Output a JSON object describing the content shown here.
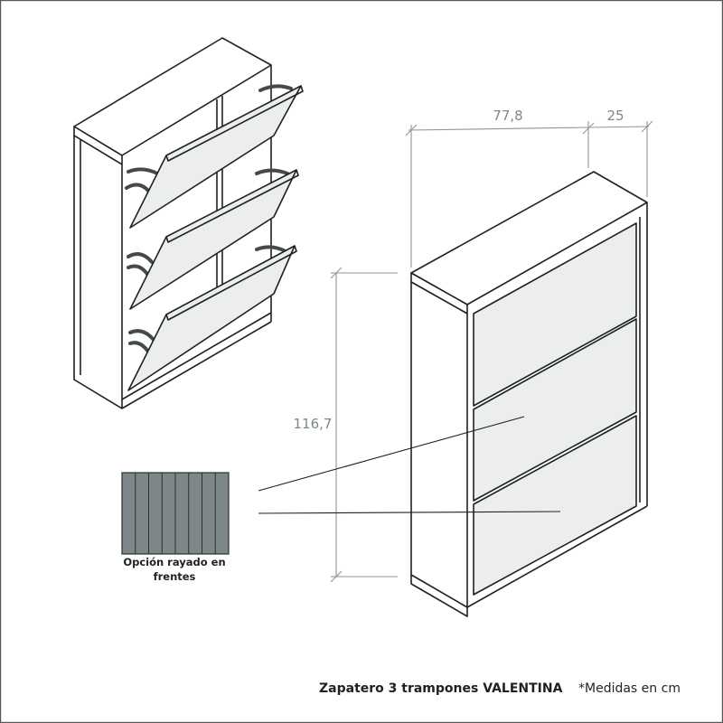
{
  "product": {
    "title": "Zapatero 3 trampones VALENTINA",
    "units_note": "*Medidas en cm"
  },
  "dimensions": {
    "width": "77,8",
    "depth": "25",
    "height": "116,7"
  },
  "swatch": {
    "caption_line1": "Opción rayado en",
    "caption_line2": "frentes",
    "color": "#7d878a"
  },
  "colors": {
    "line": "#1e2222",
    "door_fill": "#eceeed",
    "dimension": "#8c9696"
  }
}
